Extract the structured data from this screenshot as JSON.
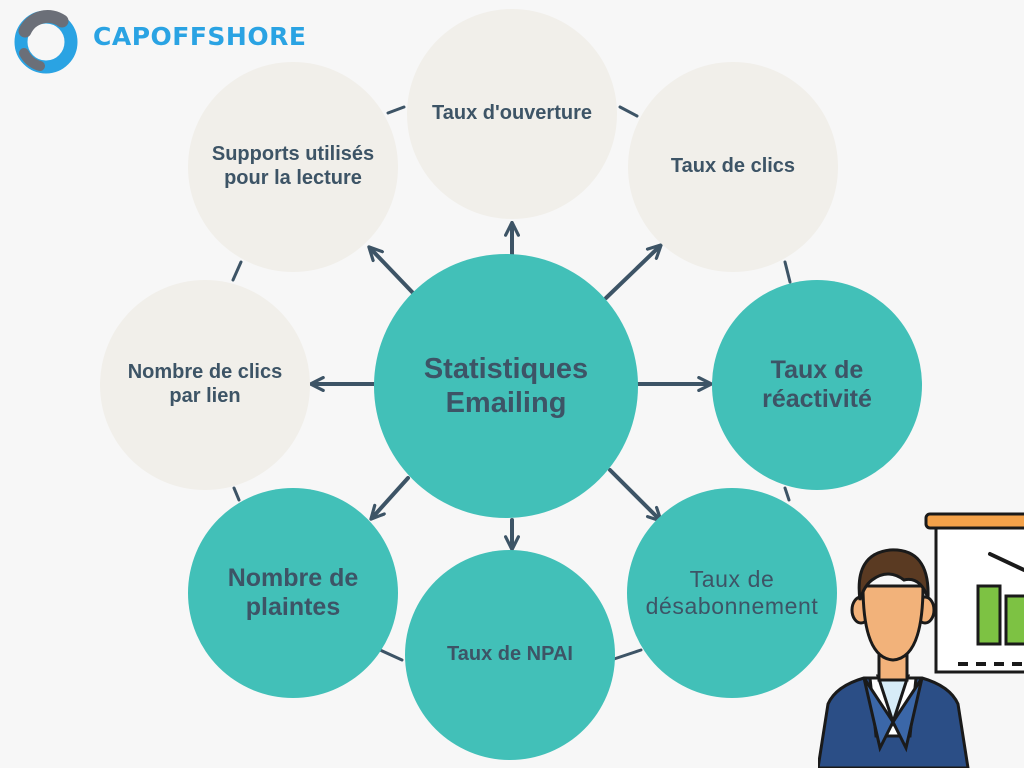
{
  "brand": {
    "name": "CAPOFFSHORE",
    "logo_icon": "ring-logo-icon",
    "color": "#2aa3e3"
  },
  "diagram": {
    "center": "Statistiques\nEmailing",
    "nodes": [
      {
        "id": "taux-ouverture",
        "label": "Taux d'ouverture"
      },
      {
        "id": "taux-clics",
        "label": "Taux de clics"
      },
      {
        "id": "taux-reactivite",
        "label": "Taux de\nréactivité"
      },
      {
        "id": "taux-desabonnement",
        "label": "Taux de\ndésabonnement"
      },
      {
        "id": "taux-npai",
        "label": "Taux de NPAI"
      },
      {
        "id": "nombre-plaintes",
        "label": "Nombre de\nplaintes"
      },
      {
        "id": "nombre-clics-lien",
        "label": "Nombre de clics\npar lien"
      },
      {
        "id": "supports-lecture",
        "label": "Supports utilisés\npour la lecture"
      }
    ]
  },
  "colors": {
    "teal": "#42c0b8",
    "cream": "#f1efea",
    "text": "#3d5466",
    "background": "#f7f7f7"
  },
  "illustration": {
    "icon": "presenter-with-chart-icon"
  }
}
